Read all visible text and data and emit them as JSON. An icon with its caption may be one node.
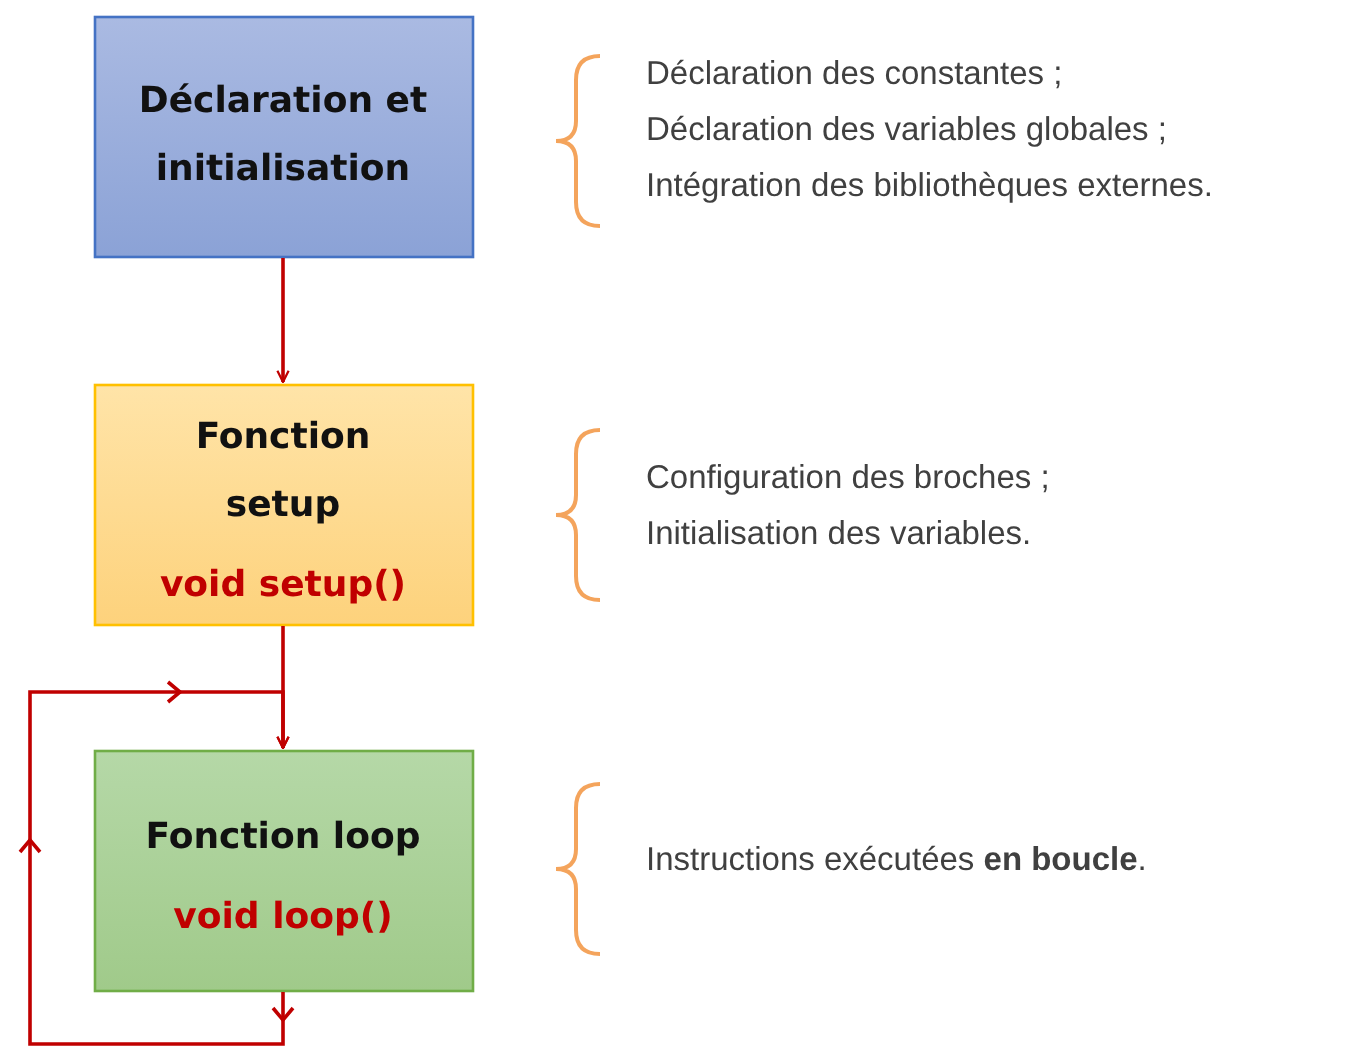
{
  "diagram": {
    "nodes": [
      {
        "text": [
          "Déclaration et initialisation"
        ]
      },
      {
        "text": [
          "Fonction setup",
          "void setup()"
        ]
      },
      {
        "text": [
          "Fonction loop",
          "void loop()"
        ]
      }
    ],
    "edges": [
      {
        "from": 0,
        "to": 1,
        "arrow": "to"
      },
      {
        "from": 1,
        "to": 2,
        "arrow": "to"
      },
      {
        "from": 2,
        "to": 2,
        "arrow": "to"
      }
    ],
    "labels": [
      "Déclaration des constantes ;",
      "Déclaration des variables globales ;",
      "Intégration des bibliothèques externes.",
      "Configuration des broches ;",
      "Initialisation des variables.",
      "Instructions exécutées **en boucle**."
    ]
  }
}
